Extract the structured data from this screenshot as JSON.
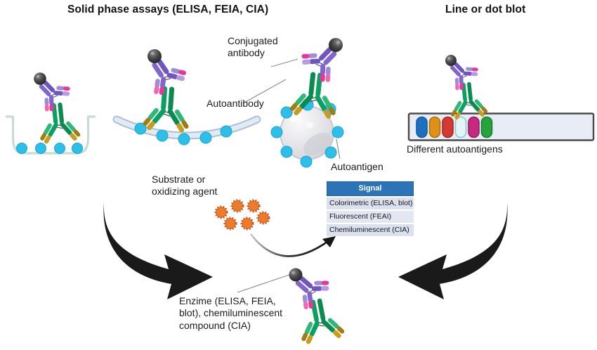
{
  "titles": {
    "left": "Solid phase assays (ELISA, FEIA, CIA)",
    "right": "Line or dot blot"
  },
  "labels": {
    "conjugated_antibody": "Conjugated\nantibody",
    "autoantibody": "Autoantibody",
    "autoantigen": "Autoantigen",
    "substrate": "Substrate or\noxidizing agent",
    "different_autoantigens": "Different autoantigens",
    "enzyme": "Enzime (ELISA, FEIA,\nblot), chemiluminescent\ncompound (CIA)"
  },
  "signal_table": {
    "header": "Signal",
    "rows": [
      "Colorimetric (ELISA, blot)",
      "Fluorescent (FEAI)",
      "Chemiluminescent (CIA)"
    ]
  },
  "colors": {
    "signal_header_bg": "#2c74b8",
    "signal_row_bg": "#dbe1ee",
    "autoantigen_cyan": "#2ebfe9",
    "autoantibody_green": "#0a9b5d",
    "autoantibody_tip_gold": "#c79d1e",
    "conjugated_purple": "#8165cc",
    "conjugated_tip_pink": "#e23a9c",
    "enzyme_sphere_gray": "#3a3a3a",
    "substrate_orange": "#ed7b2d",
    "arrow_black": "#1a1a1a",
    "blot_strip_bg": "#e7ecf5",
    "blot_capsules": [
      "#1d6fc0",
      "#df9018",
      "#d53931",
      "#e4f4f7",
      "#c62a80",
      "#27a33e"
    ]
  }
}
